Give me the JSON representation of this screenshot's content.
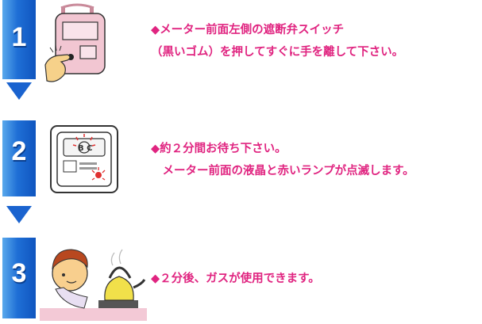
{
  "steps": [
    {
      "number": "1",
      "lines": [
        "◆メーター前面左側の遮断弁スイッチ",
        "（黒いゴム）を押してすぐに手を離して下さい。"
      ]
    },
    {
      "number": "2",
      "lines": [
        "◆約２分間お待ち下さい。",
        "　メーター前面の液晶と赤いランプが点滅します。"
      ],
      "meter_display": "B C"
    },
    {
      "number": "3",
      "lines": [
        "◆２分後、ガスが使用できます。"
      ]
    }
  ],
  "colors": {
    "text": "#e02480",
    "bar": "#1f6fd6"
  },
  "icons": [
    "meter-press-switch-illustration",
    "meter-display-blinking-illustration",
    "person-gas-kettle-illustration"
  ]
}
